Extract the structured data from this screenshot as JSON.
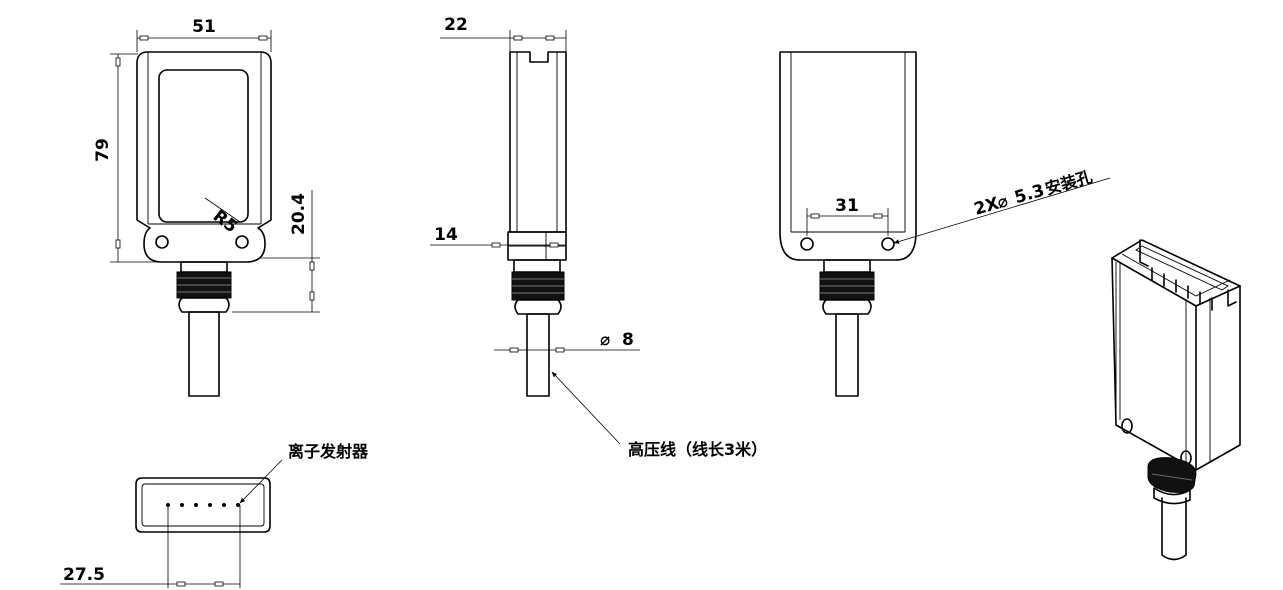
{
  "dimensions": {
    "width_front": "51",
    "height_front": "79",
    "radius": "R5",
    "lower_offset": "20.4",
    "depth_side": "22",
    "side_step": "14",
    "cable_diameter": "8",
    "hole_spacing": "31",
    "mounting_holes": "2X",
    "mounting_holes_size": "5.3",
    "mounting_holes_label": "安装孔",
    "emitter_span": "27.5"
  },
  "labels": {
    "ion_emitter": "离子发射器",
    "hv_cable": "高压线（线长3米）"
  },
  "symbols": {
    "diameter": "⌀"
  }
}
